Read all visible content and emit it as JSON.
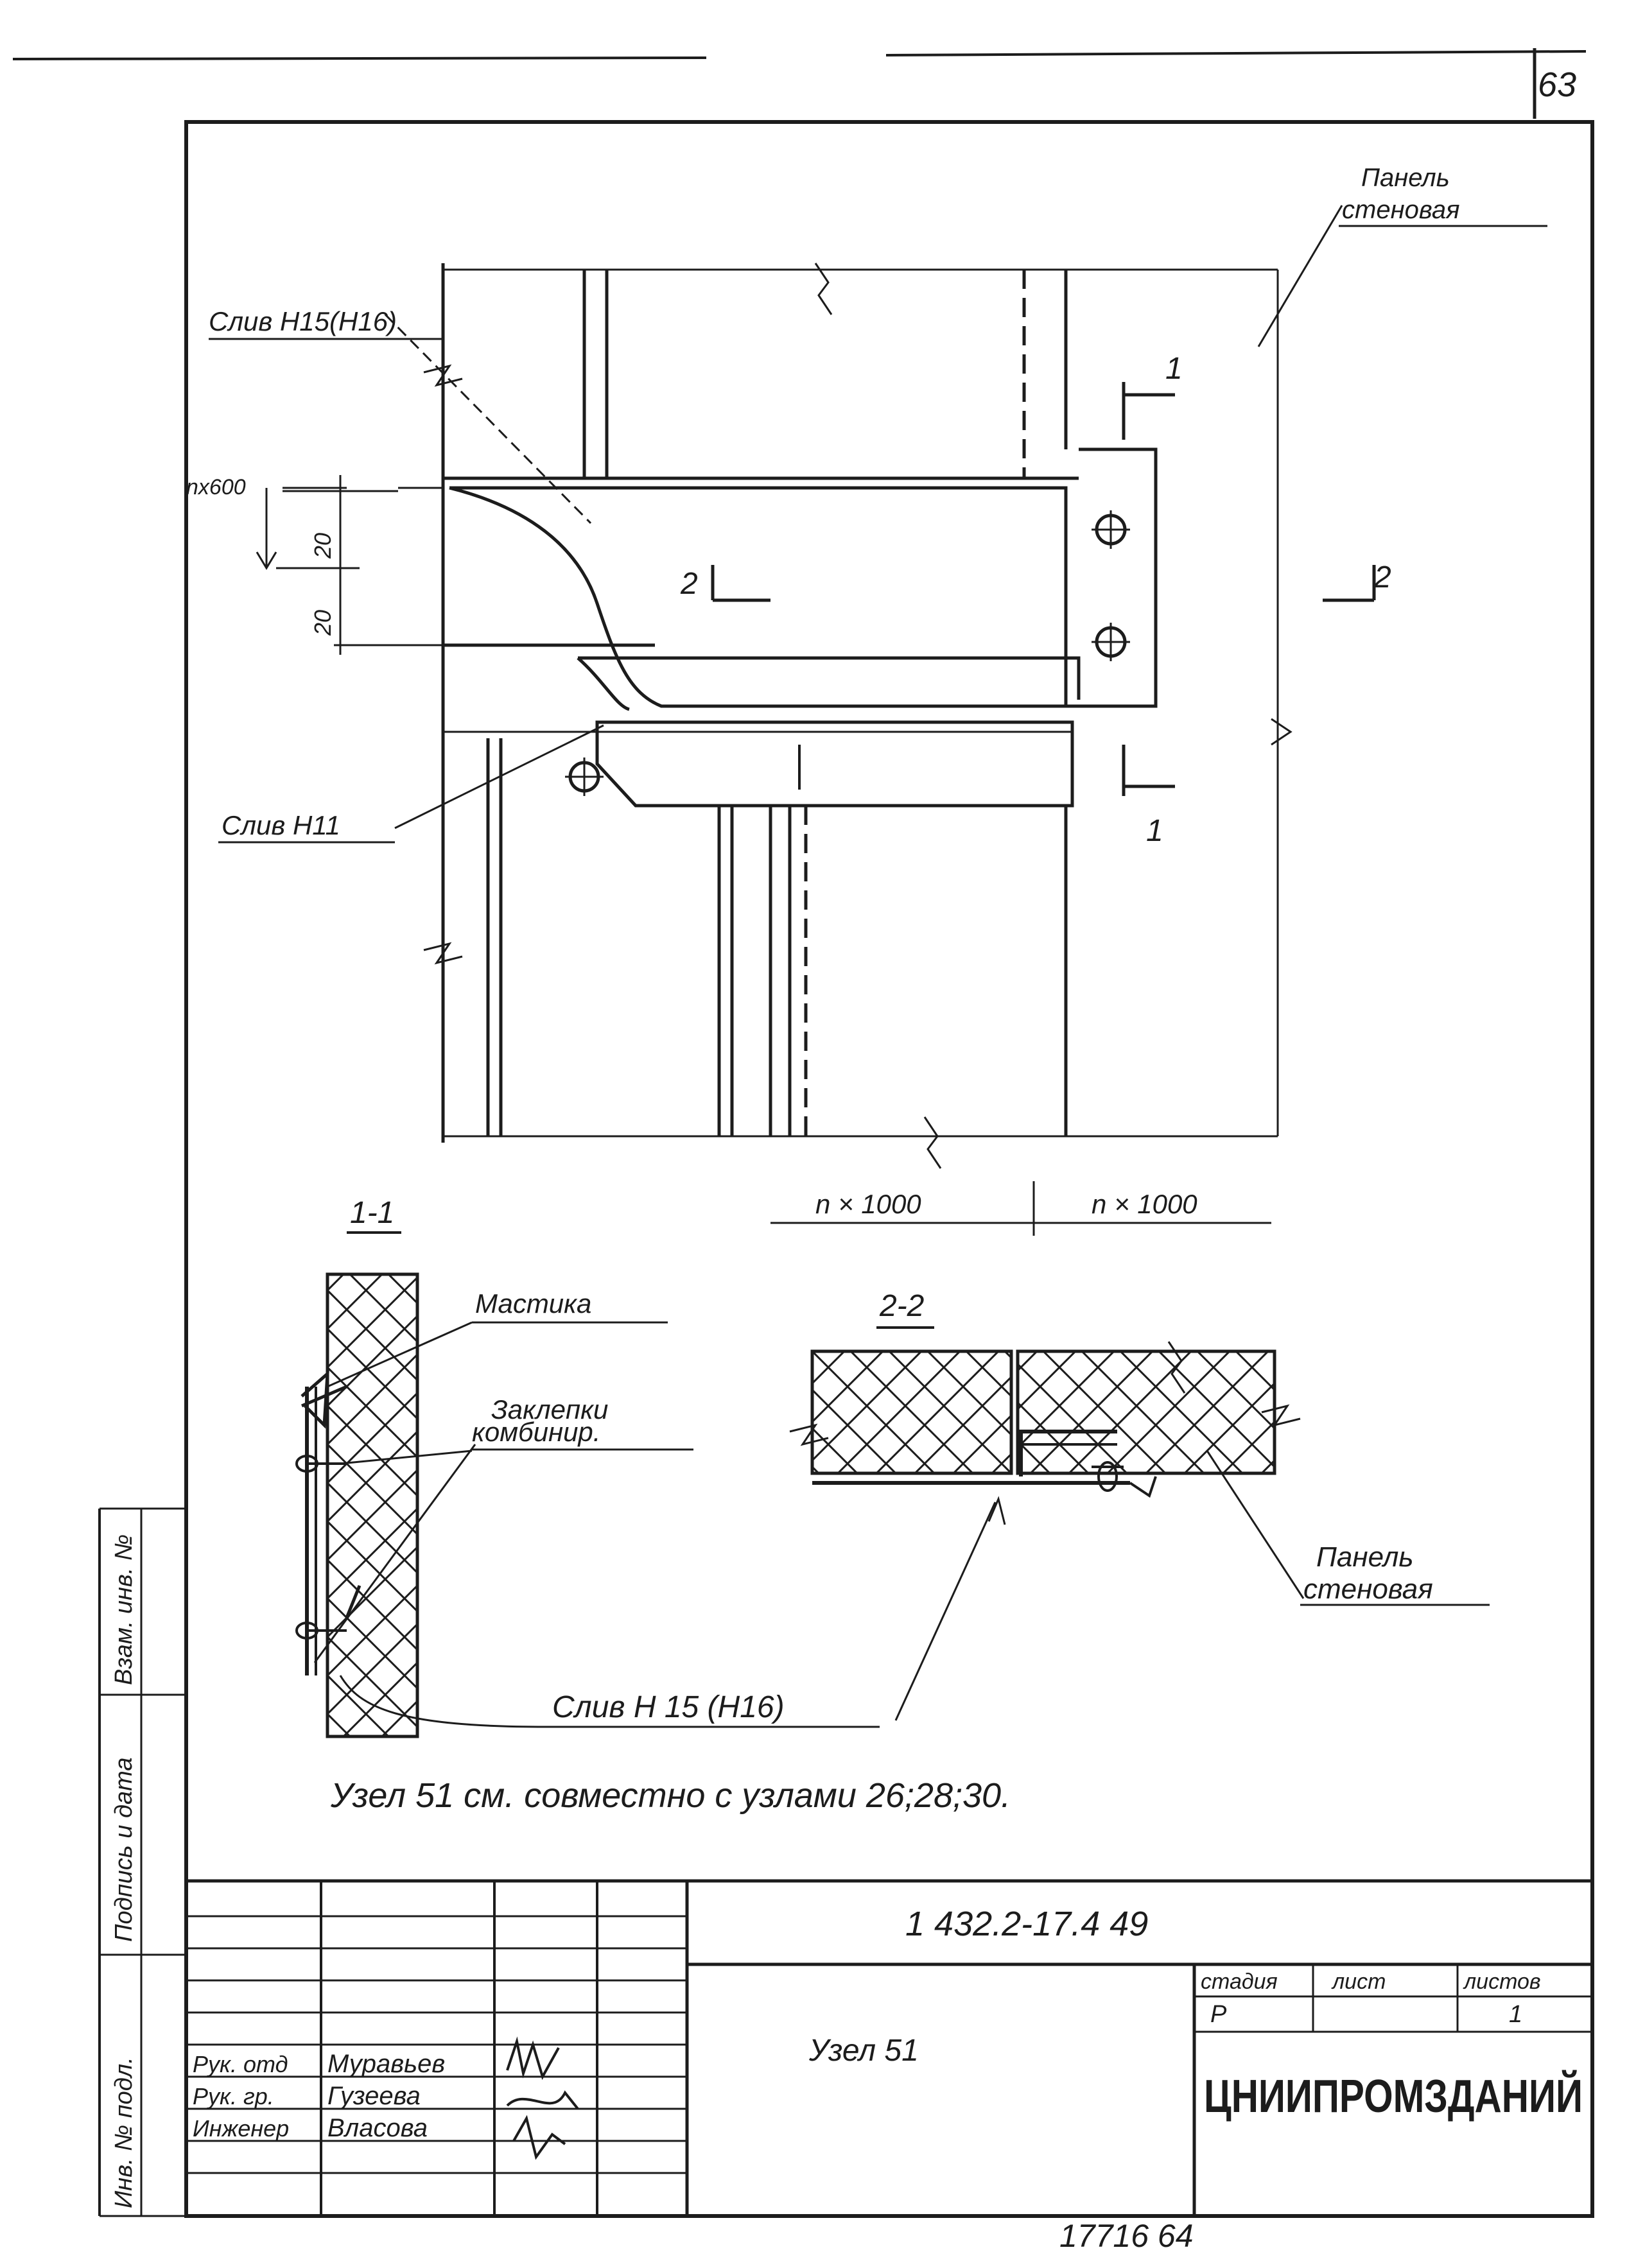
{
  "sheet": {
    "page_number": "63",
    "bottom_numbers": "17716   64"
  },
  "plan": {
    "label_drain_top": "Слив Н15(Н16)",
    "label_drain_bottom": "Слив Н11",
    "label_panel_top_line1": "Панель",
    "label_panel_top_line2": "стеновая",
    "dim_left_top": "nх600",
    "dim_20_a": "20",
    "dim_20_b": "20",
    "cut_1_top": "1",
    "cut_1_bottom": "1",
    "cut_2_left": "2",
    "cut_2_right": "2",
    "dim_bottom_left": "n × 1000",
    "dim_bottom_right": "n × 1000"
  },
  "section_1_1": {
    "title": "1-1",
    "label_mastic": "Мастика",
    "label_rivets_line1": "Заклепки",
    "label_rivets_line2": "комбинир."
  },
  "section_2_2": {
    "title": "2-2",
    "label_panel_line1": "Панель",
    "label_panel_line2": "стеновая",
    "label_drain": "Слив Н 15 (Н16)"
  },
  "note": "Узел 51 см. совместно с узлами 26;28;30.",
  "title_block": {
    "code": "1 432.2-17.4 49",
    "name": "Узел 51",
    "col_stage": "стадия",
    "col_sheet": "лист",
    "col_sheets": "листов",
    "val_stage": "Р",
    "val_sheet": "",
    "val_sheets": "1",
    "organization": "ЦНИИПРОМЗДАНИЙ",
    "staff": [
      {
        "role": "Рук. отд",
        "name": "Муравьев"
      },
      {
        "role": "Рук. гр.",
        "name": "Гузеева"
      },
      {
        "role": "Инженер",
        "name": "Власова"
      }
    ]
  },
  "side_stamp": {
    "inv_orig": "Инв. № подл.",
    "sign_date": "Подпись и дата",
    "inv_dup": "Взам. инв. №"
  }
}
